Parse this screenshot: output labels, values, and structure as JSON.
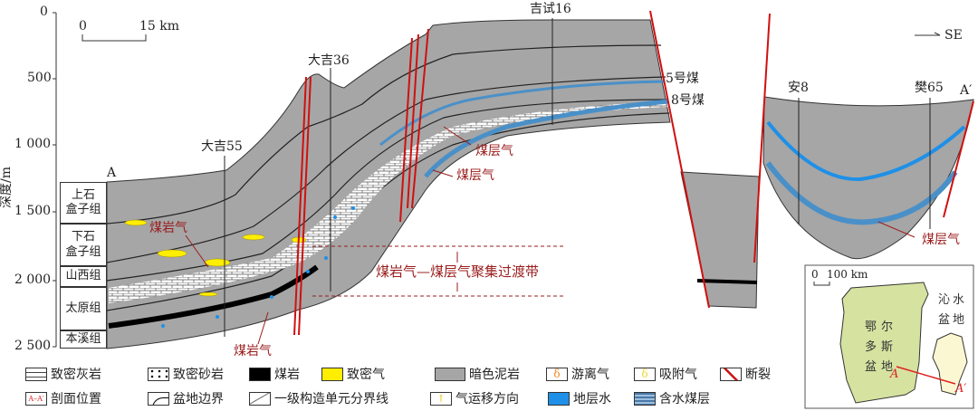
{
  "axis": {
    "label": "深度/m",
    "ticks": [
      "0",
      "500",
      "1 000",
      "1 500",
      "2 000",
      "2 500"
    ]
  },
  "scale_bar": {
    "zero": "0",
    "end": "15 km"
  },
  "direction": "SE",
  "section_ends": {
    "start": "A",
    "end": "A′"
  },
  "wells": [
    "大吉55",
    "大吉36",
    "吉试16",
    "安8",
    "樊65"
  ],
  "formations": [
    "上石\n盒子组",
    "下石\n盒子组",
    "山西组",
    "太原组",
    "本溪组"
  ],
  "coal_seams": {
    "seam5": "5号煤",
    "seam8": "8号煤"
  },
  "annotations": {
    "coal_rock_gas_1": "煤岩气",
    "coal_rock_gas_2": "煤岩气",
    "cbm_1": "煤层气",
    "cbm_2": "煤层气",
    "cbm_3": "煤层气",
    "transition_zone": "煤岩气—煤层气聚集过渡带"
  },
  "legend": [
    {
      "label": "致密灰岩",
      "icon": "limestone-pattern"
    },
    {
      "label": "致密砂岩",
      "icon": "sandstone-dots"
    },
    {
      "label": "煤岩",
      "icon": "coal-fill",
      "color": "#000000"
    },
    {
      "label": "致密气",
      "icon": "tight-gas-fill",
      "color": "#ffee00"
    },
    {
      "label": "暗色泥岩",
      "icon": "mudstone-fill",
      "color": "#a6a6a6"
    },
    {
      "label": "游离气",
      "icon": "free-gas-symbol",
      "color": "#f08a24"
    },
    {
      "label": "吸附气",
      "icon": "adsorbed-gas-symbol",
      "color": "#e8d830"
    },
    {
      "label": "断裂",
      "icon": "fault-symbol",
      "color": "#d01010"
    },
    {
      "label": "剖面位置",
      "icon": "section-location-symbol"
    },
    {
      "label": "盆地边界",
      "icon": "basin-boundary-line"
    },
    {
      "label": "一级构造单元分界线",
      "icon": "tectonic-boundary-line"
    },
    {
      "label": "气运移方向",
      "icon": "gas-migration-arrow"
    },
    {
      "label": "地层水",
      "icon": "formation-water-fill",
      "color": "#1e90e8"
    },
    {
      "label": "含水煤层",
      "icon": "water-bearing-coal-pattern"
    }
  ],
  "inset_map": {
    "scale_zero": "0",
    "scale_end": "100 km",
    "basin1": "鄂尔多斯盆地",
    "basin1_chars": [
      "鄂",
      "尔",
      "多",
      "斯",
      "盆",
      "地"
    ],
    "basin2_chars": [
      "沁",
      "水",
      "盆",
      "地"
    ],
    "point_a": "A",
    "point_a2": "A′",
    "colors": {
      "ordos": "#d6e2a0",
      "qinshui": "#fbf7d2",
      "section": "#e02020"
    }
  }
}
